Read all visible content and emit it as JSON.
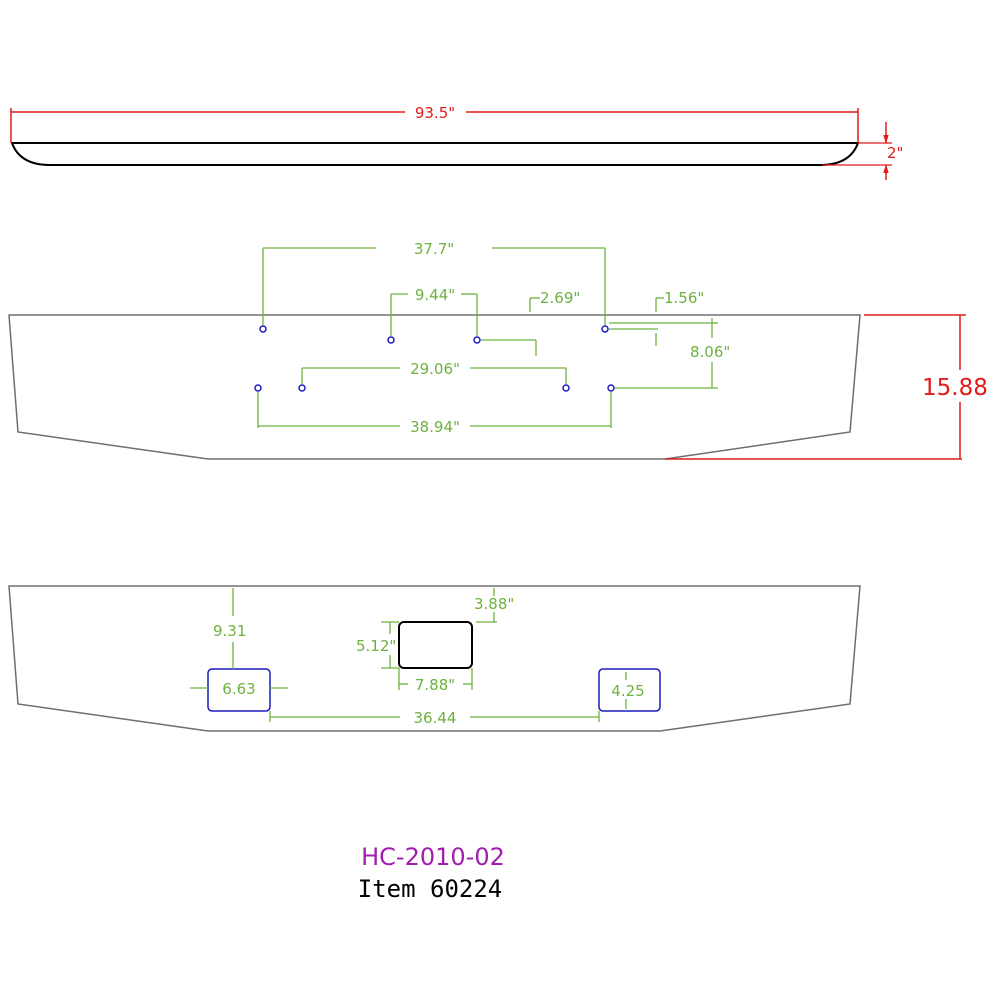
{
  "colors": {
    "outline": "#6e6e6e",
    "black": "#000000",
    "red_dimension": "#e11b1b",
    "green_dimension": "#6db23f",
    "blue_holes": "#1c1cbf",
    "magenta_code": "#a21caf"
  },
  "top_view": {
    "overall_length": "93.5\"",
    "height": "2\""
  },
  "front_view": {
    "span_upper_outer": "37.7\"",
    "span_upper_inner": "9.44\"",
    "offset_a": "2.69\"",
    "offset_b": "1.56\"",
    "vertical_spacing": "8.06\"",
    "span_lower_inner": "29.06\"",
    "span_lower_outer": "38.94\"",
    "overall_height": "15.88"
  },
  "rear_view": {
    "cutout_top_offset": "3.88\"",
    "cutout_height": "5.12\"",
    "cutout_width": "7.88\"",
    "lamp_height_from_top": "9.31",
    "left_lamp_width": "6.63",
    "right_lamp_height": "4.25",
    "lamp_spacing": "36.44"
  },
  "title_block": {
    "part_code": "HC-2010-02",
    "item": "Item 60224"
  }
}
